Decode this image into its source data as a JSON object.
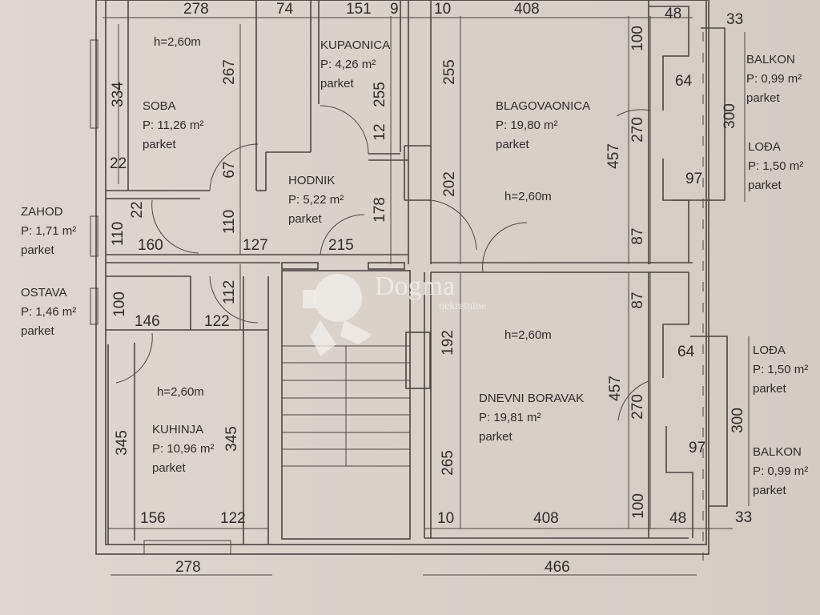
{
  "watermark": {
    "brand": "Dogma",
    "sub": "nekretnine"
  },
  "rooms": [
    {
      "name": "SOBA",
      "area": "P: 11,26 m²",
      "floor": "parket"
    },
    {
      "name": "KUPAONICA",
      "area": "P: 4,26 m²",
      "floor": "parket"
    },
    {
      "name": "HODNIK",
      "area": "P: 5,22 m²",
      "floor": "parket"
    },
    {
      "name": "BLAGOVAONICA",
      "area": "P: 19,80 m²",
      "floor": "parket"
    },
    {
      "name": "ZAHOD",
      "area": "P: 1,71 m²",
      "floor": "parket"
    },
    {
      "name": "OSTAVA",
      "area": "P: 1,46 m²",
      "floor": "parket"
    },
    {
      "name": "KUHINJA",
      "area": "P: 10,96 m²",
      "floor": "parket"
    },
    {
      "name": "DNEVNI BORAVAK",
      "area": "P: 19,81 m²",
      "floor": "parket"
    },
    {
      "name": "BALKON",
      "area": "P: 0,99 m²",
      "floor": "parket"
    },
    {
      "name": "LOĐA",
      "area": "P: 1,50 m²",
      "floor": "parket"
    },
    {
      "name": "LOĐA",
      "area": "P: 1,50 m²",
      "floor": "parket"
    },
    {
      "name": "BALKON",
      "area": "P: 0,99 m²",
      "floor": "parket"
    }
  ],
  "heights": [
    "h=2,60m",
    "h=2,60m",
    "h=2,60m",
    "h=2,60m"
  ],
  "dimensions": [
    "278",
    "74",
    "151",
    "9",
    "10",
    "408",
    "48",
    "33",
    "334",
    "22",
    "22",
    "110",
    "160",
    "267",
    "67",
    "110",
    "127",
    "215",
    "255",
    "12",
    "178",
    "255",
    "202",
    "100",
    "64",
    "270",
    "457",
    "97",
    "87",
    "300",
    "100",
    "146",
    "112",
    "122",
    "87",
    "192",
    "64",
    "457",
    "270",
    "300",
    "97",
    "345",
    "345",
    "265",
    "100",
    "156",
    "122",
    "10",
    "408",
    "48",
    "33",
    "278",
    "466"
  ]
}
